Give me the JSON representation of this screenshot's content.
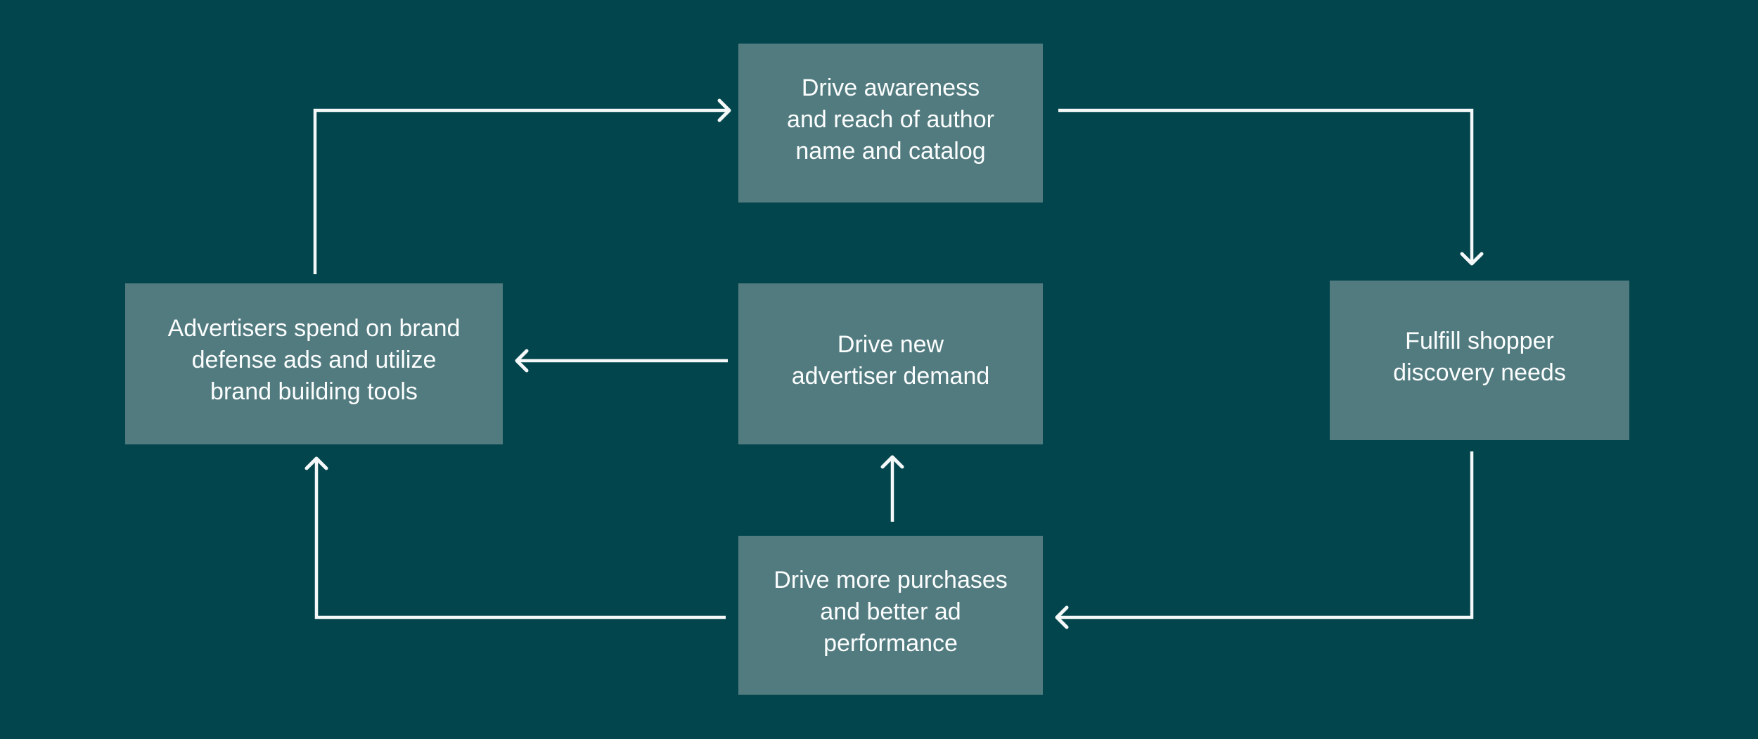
{
  "diagram": {
    "type": "flywheel-flowchart",
    "colors": {
      "background": "#03454D",
      "node_fill": "#527B80",
      "node_text": "#FCFEFE",
      "arrow": "#F4F8F8"
    },
    "nodes": {
      "top": {
        "label": "Drive awareness\nand reach of author\nname and catalog"
      },
      "right": {
        "label": "Fulfill shopper\ndiscovery needs"
      },
      "bottom": {
        "label": "Drive more purchases\nand better ad\nperformance"
      },
      "left": {
        "label": "Advertisers spend on brand\ndefense ads and utilize\nbrand building tools"
      },
      "center": {
        "label": "Drive new\nadvertiser demand"
      }
    },
    "edges": [
      {
        "from": "left",
        "to": "top"
      },
      {
        "from": "top",
        "to": "right"
      },
      {
        "from": "right",
        "to": "bottom"
      },
      {
        "from": "bottom",
        "to": "left"
      },
      {
        "from": "bottom",
        "to": "center"
      },
      {
        "from": "center",
        "to": "left"
      }
    ]
  }
}
